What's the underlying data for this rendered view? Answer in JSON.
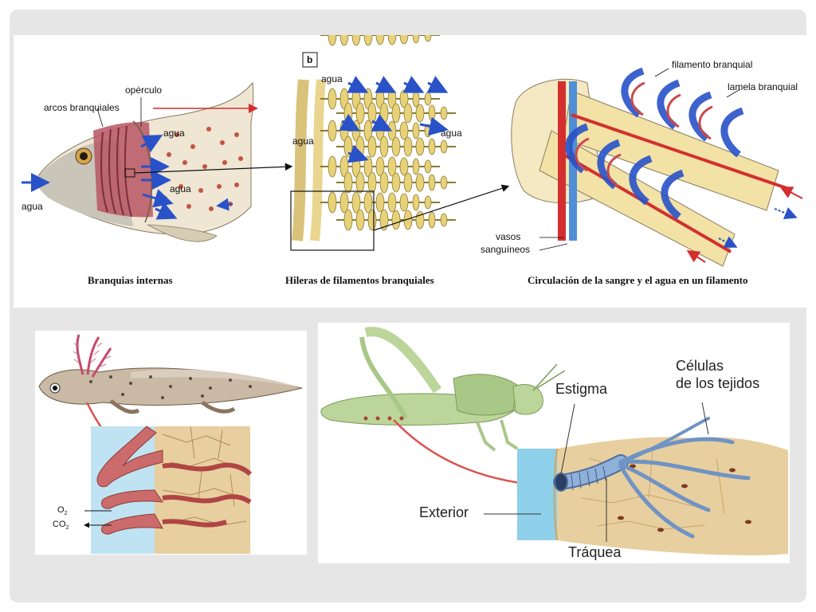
{
  "top_panel": {
    "fish": {
      "labels": {
        "operculum": "opérculo",
        "gill_arches": "arcos branquiales",
        "water_top": "agua",
        "water_mid": "agua",
        "water_left": "agua"
      },
      "caption": "Branquias internas"
    },
    "rows": {
      "tag": "b",
      "labels": {
        "water_top": "agua",
        "water_left": "agua",
        "water_right": "agua"
      },
      "caption": "Hileras de filamentos branquiales"
    },
    "filament": {
      "labels": {
        "gill_filament": "filamento branquial",
        "gill_lamella": "lamela branquial",
        "vessels_line1": "vasos",
        "vessels_line2": "sanguíneos"
      },
      "caption": "Circulación de la sangre y el agua en un filamento"
    }
  },
  "axolotl_panel": {
    "o2": "O",
    "o2_sub": "2",
    "co2": "CO",
    "co2_sub": "2"
  },
  "insect_panel": {
    "labels": {
      "cells_line1": "Células",
      "cells_line2": "de los tejidos",
      "spiracle": "Estigma",
      "exterior": "Exterior",
      "trachea": "Tráquea"
    }
  },
  "colors": {
    "slide_bg": "#e6e6e6",
    "water_arrow": "#2a52c8",
    "blood_red": "#d32f2f",
    "filament_cream": "#f2e2a6",
    "trachea_blue": "#6f93c4",
    "tissue_tan": "#e8cf9f",
    "exterior_blue": "#8fd0ea",
    "grasshopper_green": "#bcd59a"
  }
}
